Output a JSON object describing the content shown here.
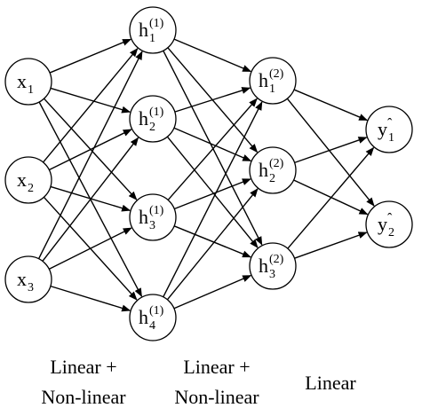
{
  "network": {
    "layers": [
      {
        "id": "input",
        "nodes": [
          {
            "id": "x1",
            "main": "x",
            "sub": "1",
            "sup": "",
            "hat": false
          },
          {
            "id": "x2",
            "main": "x",
            "sub": "2",
            "sup": "",
            "hat": false
          },
          {
            "id": "x3",
            "main": "x",
            "sub": "3",
            "sup": "",
            "hat": false
          }
        ]
      },
      {
        "id": "hidden1",
        "nodes": [
          {
            "id": "h1_1",
            "main": "h",
            "sub": "1",
            "sup": "(1)",
            "hat": false
          },
          {
            "id": "h1_2",
            "main": "h",
            "sub": "2",
            "sup": "(1)",
            "hat": false
          },
          {
            "id": "h1_3",
            "main": "h",
            "sub": "3",
            "sup": "(1)",
            "hat": false
          },
          {
            "id": "h1_4",
            "main": "h",
            "sub": "4",
            "sup": "(1)",
            "hat": false
          }
        ]
      },
      {
        "id": "hidden2",
        "nodes": [
          {
            "id": "h2_1",
            "main": "h",
            "sub": "1",
            "sup": "(2)",
            "hat": false
          },
          {
            "id": "h2_2",
            "main": "h",
            "sub": "2",
            "sup": "(2)",
            "hat": false
          },
          {
            "id": "h2_3",
            "main": "h",
            "sub": "3",
            "sup": "(2)",
            "hat": false
          }
        ]
      },
      {
        "id": "output",
        "nodes": [
          {
            "id": "y1",
            "main": "y",
            "sub": "1",
            "sup": "",
            "hat": true
          },
          {
            "id": "y2",
            "main": "y",
            "sub": "2",
            "sup": "",
            "hat": true
          }
        ]
      }
    ],
    "connectivity": "fully-connected",
    "captions": {
      "layer1": {
        "line1": "Linear +",
        "line2": "Non-linear"
      },
      "layer2": {
        "line1": "Linear +",
        "line2": "Non-linear"
      },
      "layer3": {
        "line1": "Linear"
      }
    }
  },
  "colors": {
    "stroke": "#000000",
    "node_fill": "#ffffff",
    "background": "#ffffff"
  }
}
